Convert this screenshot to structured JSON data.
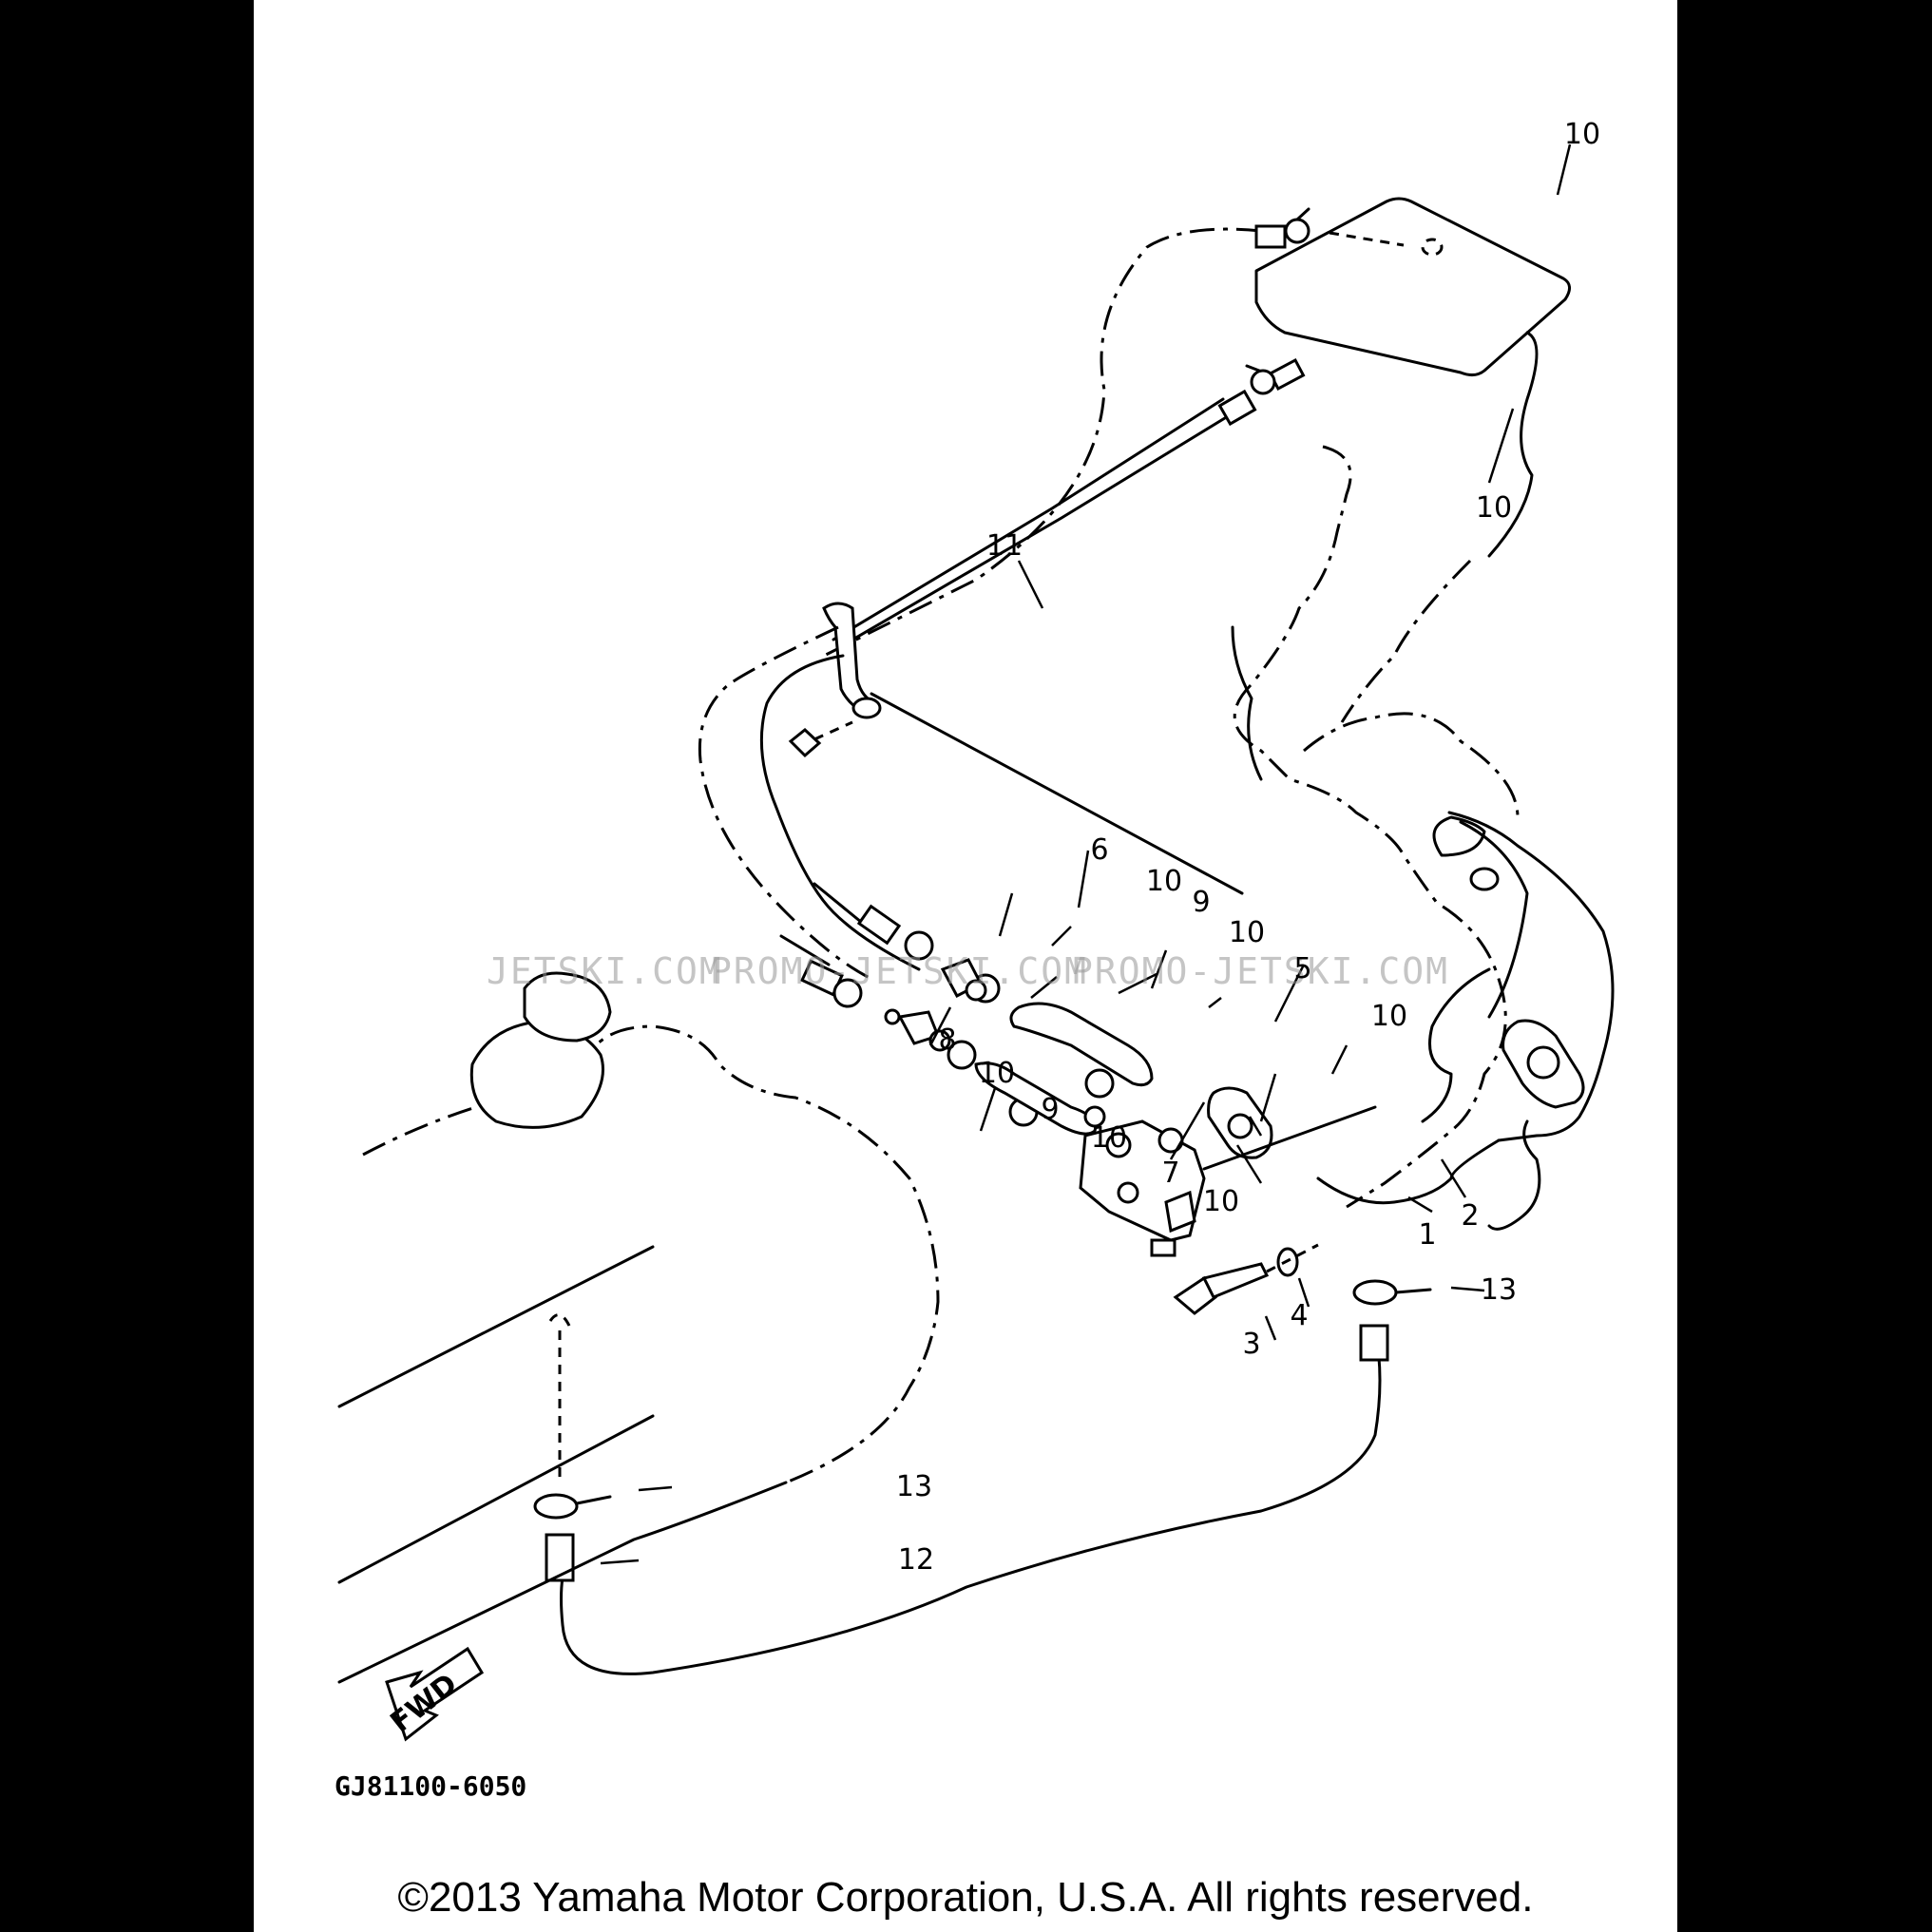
{
  "diagram": {
    "callouts": [
      {
        "id": "c1",
        "text": "1"
      },
      {
        "id": "c2",
        "text": "2"
      },
      {
        "id": "c3",
        "text": "3"
      },
      {
        "id": "c4",
        "text": "4"
      },
      {
        "id": "c5",
        "text": "5"
      },
      {
        "id": "c6",
        "text": "6"
      },
      {
        "id": "c7",
        "text": "7"
      },
      {
        "id": "c8",
        "text": "8"
      },
      {
        "id": "c9a",
        "text": "9"
      },
      {
        "id": "c9b",
        "text": "9"
      },
      {
        "id": "c10a",
        "text": "10"
      },
      {
        "id": "c10b",
        "text": "10"
      },
      {
        "id": "c10c",
        "text": "10"
      },
      {
        "id": "c10d",
        "text": "10"
      },
      {
        "id": "c10e",
        "text": "10"
      },
      {
        "id": "c10f",
        "text": "10"
      },
      {
        "id": "c10g",
        "text": "10"
      },
      {
        "id": "c10h",
        "text": "10"
      },
      {
        "id": "c11",
        "text": "11"
      },
      {
        "id": "c12",
        "text": "12"
      },
      {
        "id": "c13a",
        "text": "13"
      },
      {
        "id": "c13b",
        "text": "13"
      }
    ],
    "forward_arrow_label": "FWD",
    "drawing_code": "GJ81100-6050",
    "watermark": [
      "JETSKI.COM",
      "PROMO-JETSKI.COM",
      "PROMO-JETSKI.COM"
    ]
  },
  "footer": {
    "copyright": "©2013 Yamaha Motor Corporation, U.S.A. All rights reserved."
  }
}
